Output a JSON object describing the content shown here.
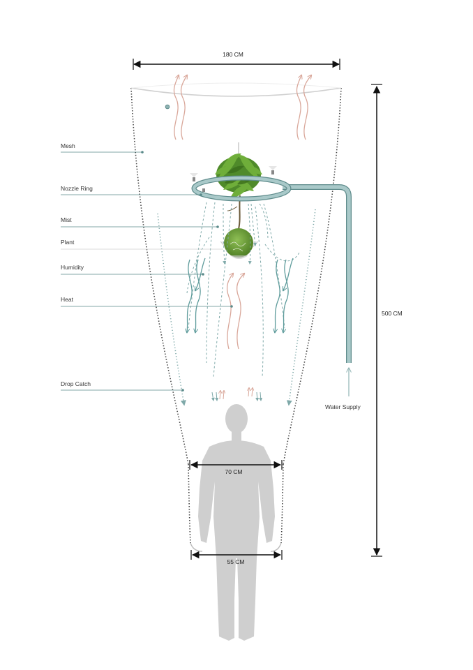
{
  "dimensions": {
    "top_width": "180  CM",
    "height": "500 CM",
    "mid_width": "70 CM",
    "bottom_width": "55 CM"
  },
  "labels": {
    "mesh": "Mesh",
    "nozzle_ring": "Nozzle Ring",
    "mist": "Mist",
    "plant": "Plant",
    "humidity": "Humidity",
    "heat": "Heat",
    "drop_catch": "Drop Catch",
    "water_supply": "Water Supply"
  },
  "colors": {
    "mesh": "#444444",
    "pipe": "#8fb3b3",
    "pipe_edge": "#5f8c8c",
    "humidity": "#5f9c9c",
    "heat": "#d9a79a",
    "mist": "#7fa9a9",
    "leader": "#5a8a8a",
    "human": "#cfcfcf",
    "plant": "#4f8a2a",
    "moss": "#6d9a3a",
    "dimension": "#111111"
  },
  "icons": [
    "plant-icon",
    "human-silhouette-icon",
    "arrow-icon"
  ]
}
